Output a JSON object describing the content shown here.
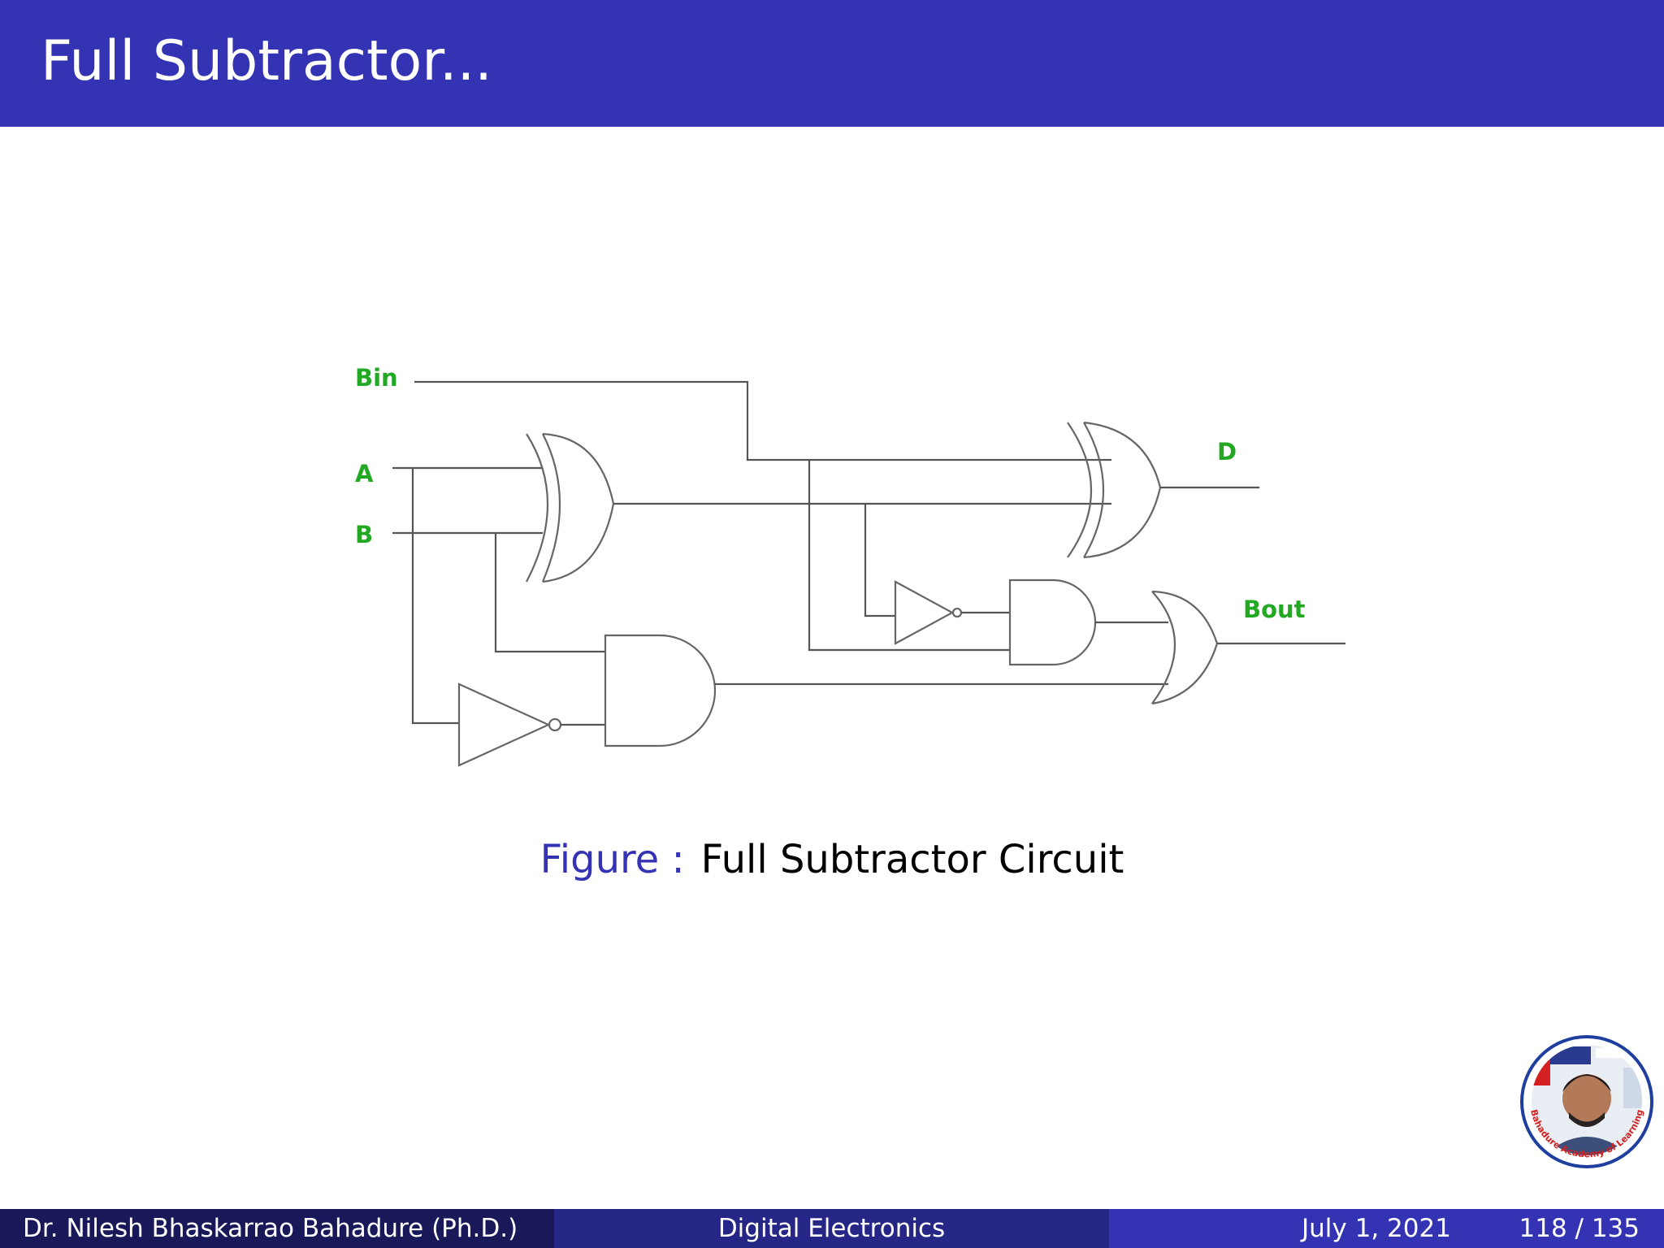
{
  "slide": {
    "title": "Full Subtractor..."
  },
  "figure": {
    "signals": {
      "bin": "Bin",
      "a": "A",
      "b": "B",
      "d": "D",
      "bout": "Bout"
    },
    "caption_label": "Figure :",
    "caption_text": "Full Subtractor Circuit"
  },
  "footer": {
    "author": "Dr. Nilesh Bhaskarrao Bahadure (Ph.D.)",
    "course": "Digital Electronics",
    "date": "July 1, 2021",
    "page": "118 / 135"
  },
  "logo": {
    "ring_text": "Bahadure Academy of Learning"
  },
  "colors": {
    "theme_blue": "#3333b3",
    "footer_dark": "#191959",
    "footer_mid": "#262686",
    "signal_label_green": "#22a822",
    "logo_ring_red": "#d42020"
  }
}
